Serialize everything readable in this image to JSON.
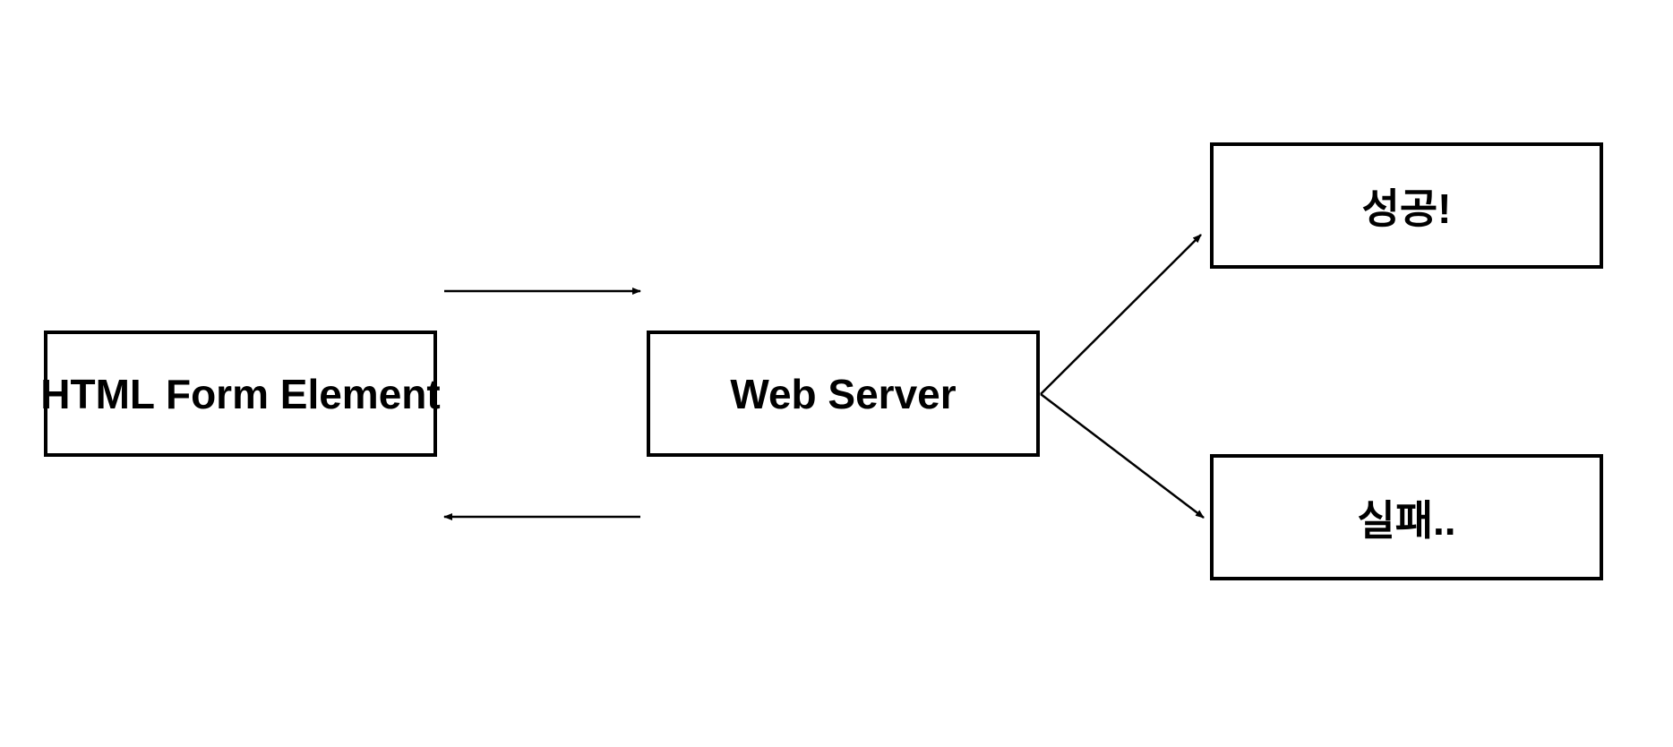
{
  "nodes": {
    "form": {
      "label": "HTML Form Element"
    },
    "server": {
      "label": "Web Server"
    },
    "success": {
      "label": "성공!"
    },
    "failure": {
      "label": "실패.."
    }
  },
  "colors": {
    "stroke": "#000000",
    "background": "#ffffff"
  }
}
